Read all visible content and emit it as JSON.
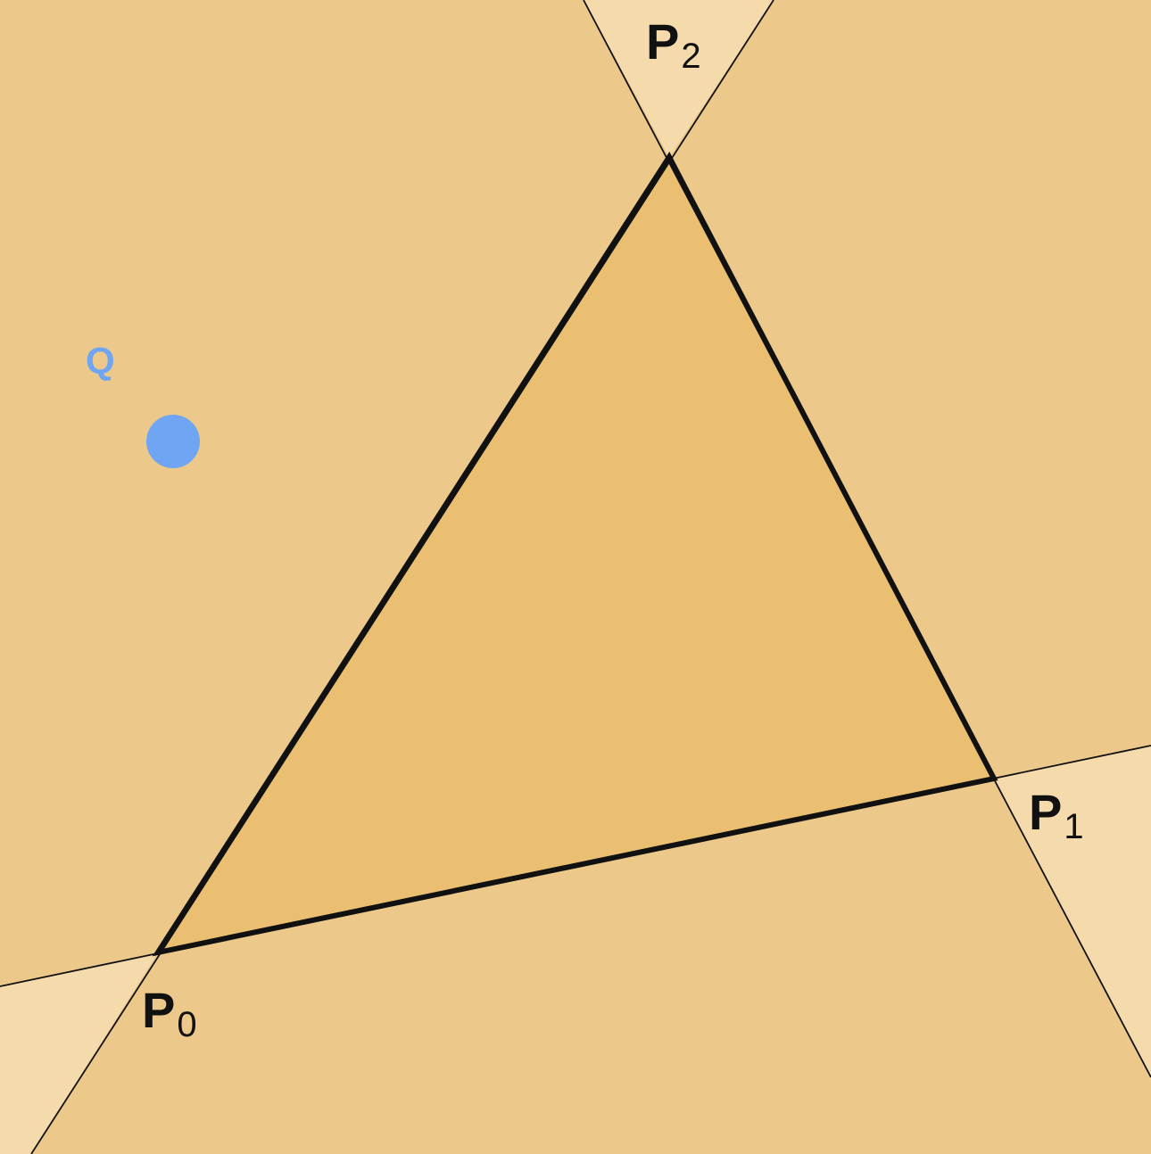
{
  "diagram": {
    "vertices": [
      {
        "id": "p0",
        "name": "P",
        "subscript": "0"
      },
      {
        "id": "p1",
        "name": "P",
        "subscript": "1"
      },
      {
        "id": "p2",
        "name": "P",
        "subscript": "2"
      }
    ],
    "query_point": {
      "label": "Q"
    },
    "colors": {
      "background": "#ecc98b",
      "triangle_fill": "#ebbf72",
      "light_region": "#f5dbac",
      "edge_stroke": "#111111",
      "query_point": "#6fa5f3"
    }
  }
}
